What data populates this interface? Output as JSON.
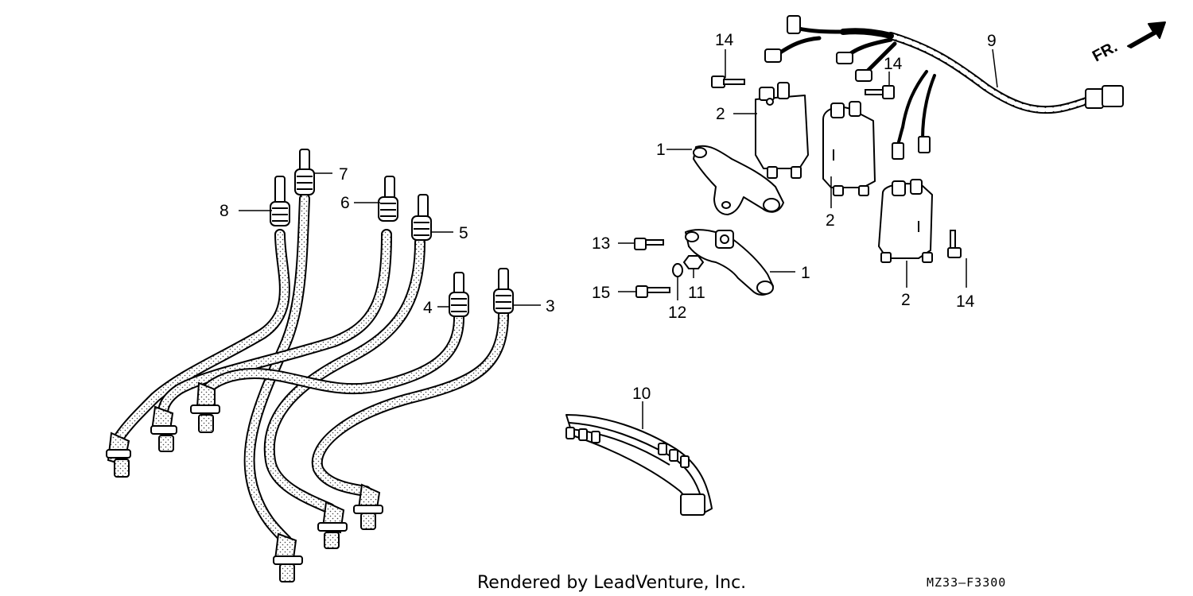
{
  "diagram": {
    "orientation_label": "FR.",
    "credit": "Rendered by LeadVenture, Inc.",
    "code": "MZ33—F3300",
    "callouts": {
      "c1a": "1",
      "c1b": "1",
      "c2a": "2",
      "c2b": "2",
      "c2c": "2",
      "c3": "3",
      "c4": "4",
      "c5": "5",
      "c6": "6",
      "c7": "7",
      "c8": "8",
      "c9": "9",
      "c10": "10",
      "c11": "11",
      "c12": "12",
      "c13": "13",
      "c14a": "14",
      "c14b": "14",
      "c14c": "14",
      "c15": "15"
    },
    "colors": {
      "ink": "#000000",
      "paper": "#ffffff",
      "hatch": "#555555"
    },
    "icons": [
      "fr-arrow-icon"
    ]
  }
}
